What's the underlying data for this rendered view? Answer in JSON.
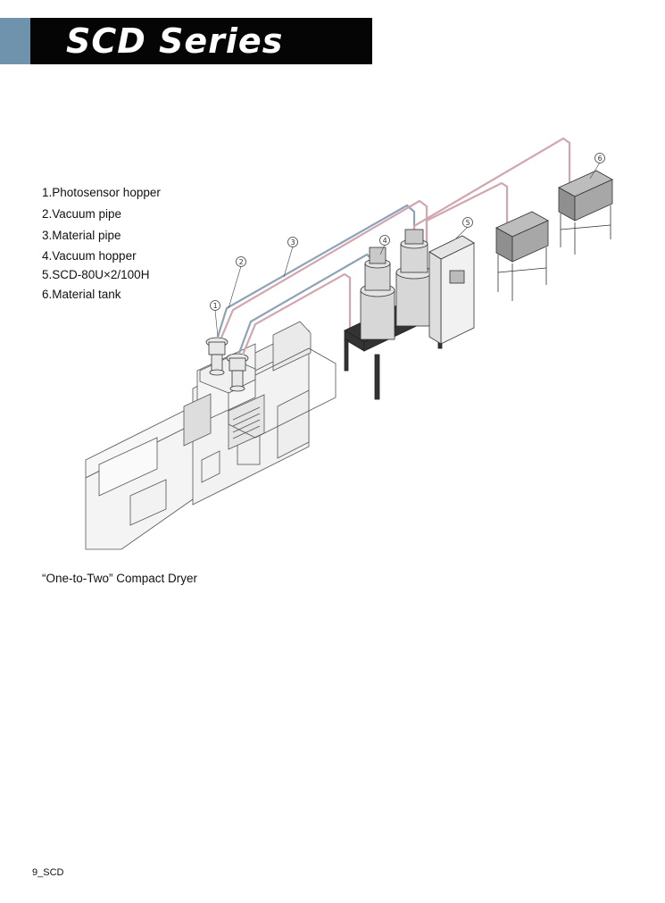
{
  "header": {
    "title": "SCD Series",
    "accent_color": "#6f93ad",
    "bar_color": "#050505"
  },
  "legend": {
    "items": [
      "1.Photosensor hopper",
      "2.Vacuum pipe",
      "3.Material pipe",
      "4.Vacuum hopper",
      "5.SCD-80U×2/100H",
      "6.Material tank"
    ]
  },
  "callouts": [
    "1",
    "2",
    "3",
    "4",
    "5",
    "6"
  ],
  "caption": "“One-to-Two” Compact Dryer",
  "footer": {
    "page": "9_SCD"
  }
}
